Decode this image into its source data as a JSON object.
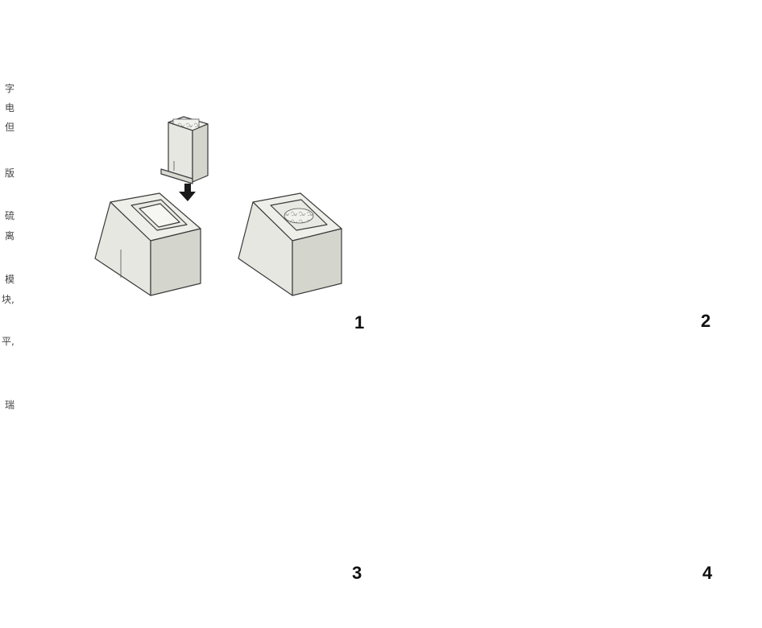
{
  "margin_text": [
    "字",
    "电",
    "但",
    "版",
    "硫",
    "离",
    "模",
    "块,",
    "平,",
    "瑞"
  ],
  "panels": [
    {
      "label": "1"
    },
    {
      "label": "2"
    },
    {
      "label": "3"
    },
    {
      "label": "4"
    }
  ],
  "colors": {
    "block_face": "#e6e7e0",
    "block_side": "#d4d6ce",
    "block_top": "#eeefe9",
    "stroke": "#3a3a3a",
    "arrow": "#1a1a1a",
    "tile_dark": "#a8aaa2"
  }
}
